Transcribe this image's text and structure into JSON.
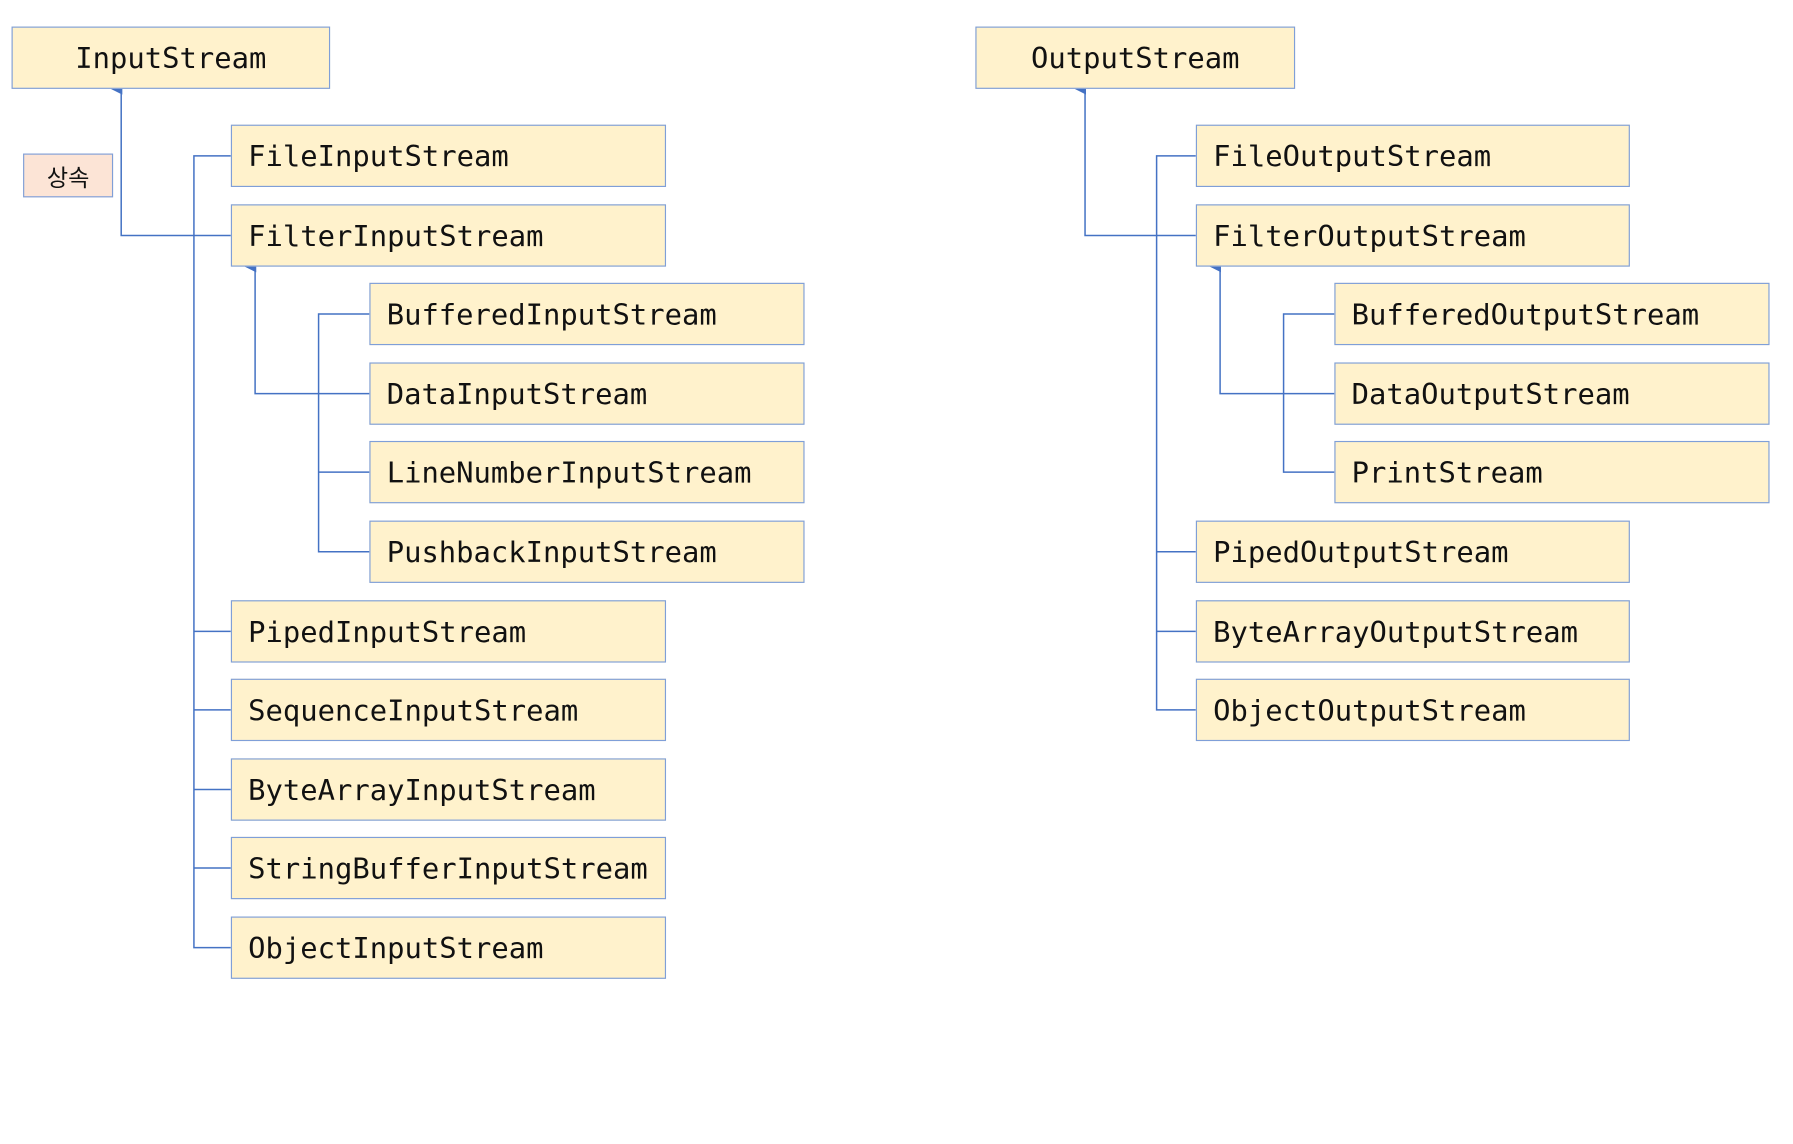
{
  "legend": {
    "label": "상속"
  },
  "colors": {
    "box_fill": "#fff2cc",
    "box_border": "#7f9fd8",
    "legend_fill": "#fce4d6",
    "connector": "#4472c4"
  },
  "input": {
    "root": "InputStream",
    "file": "FileInputStream",
    "filter": "FilterInputStream",
    "buffered": "BufferedInputStream",
    "data": "DataInputStream",
    "linenumber": "LineNumberInputStream",
    "pushback": "PushbackInputStream",
    "piped": "PipedInputStream",
    "sequence": "SequenceInputStream",
    "bytearray": "ByteArrayInputStream",
    "stringbuffer": "StringBufferInputStream",
    "object": "ObjectInputStream"
  },
  "output": {
    "root": "OutputStream",
    "file": "FileOutputStream",
    "filter": "FilterOutputStream",
    "buffered": "BufferedOutputStream",
    "data": "DataOutputStream",
    "print": "PrintStream",
    "piped": "PipedOutputStream",
    "bytearray": "ByteArrayOutputStream",
    "object": "ObjectOutputStream"
  }
}
